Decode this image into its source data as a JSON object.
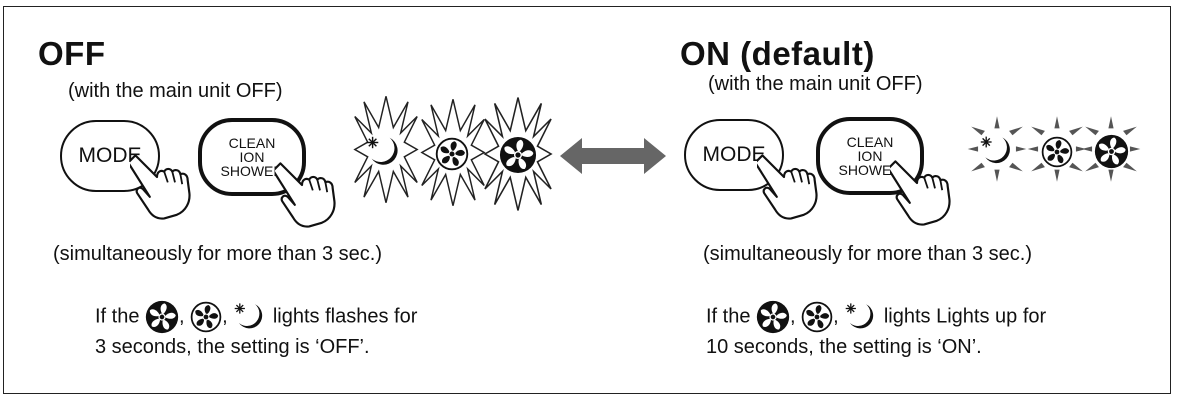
{
  "off": {
    "title": "OFF",
    "subtitle": "(with the main unit OFF)",
    "mode_label": "MODE",
    "clean_lines": [
      "CLEAN",
      "ION",
      "SHOWER"
    ],
    "simultaneous": "(simultaneously for more than 3 sec.)",
    "note_prefix": "If the",
    "sep1": ",",
    "sep2": ",",
    "note_suffix": "lights flashes for",
    "note_line2": "3 seconds, the setting is ‘OFF’."
  },
  "on": {
    "title": "ON (default)",
    "subtitle": "(with the main unit OFF)",
    "mode_label": "MODE",
    "clean_lines": [
      "CLEAN",
      "ION",
      "SHOWER"
    ],
    "simultaneous": "(simultaneously for more than 3 sec.)",
    "note_prefix": "If the",
    "sep1": ",",
    "sep2": ",",
    "note_suffix": "lights Lights up for",
    "note_line2": "10 seconds, the setting is ‘ON’."
  },
  "icons": {
    "fan_solid": "fan-solid-icon",
    "fan_outline": "fan-outline-icon",
    "sleep": "sleep-moon-icon",
    "hand": "pressing-hand-icon",
    "arrow": "double-arrow-icon"
  }
}
